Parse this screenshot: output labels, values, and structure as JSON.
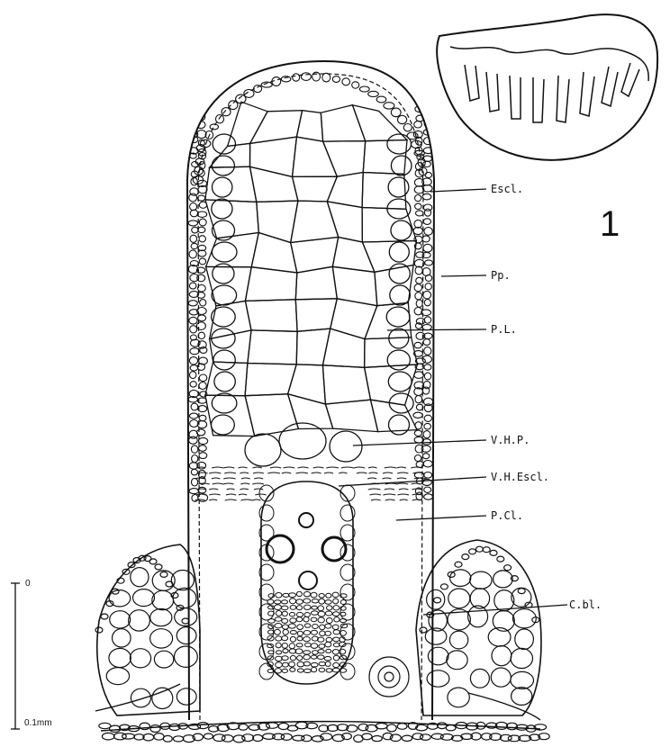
{
  "figure": {
    "number": "1",
    "labels": {
      "escl": "Escl.",
      "pp": "Pp.",
      "pl": "P.L.",
      "vhp": "V.H.P.",
      "vhescl": "V.H.Escl.",
      "pcl": "P.Cl.",
      "cbl": "C.bl."
    },
    "scale_bar": {
      "top_label": "0",
      "bottom_label": "0.1mm"
    }
  }
}
